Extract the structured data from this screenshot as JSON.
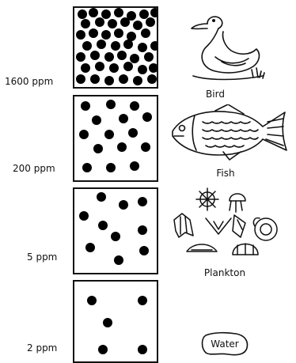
{
  "levels": [
    {
      "concentration": "1600 ppm",
      "organism": "Bird"
    },
    {
      "concentration": "200 ppm",
      "organism": "Fish"
    },
    {
      "concentration": "5 ppm",
      "organism": "Plankton"
    },
    {
      "concentration": "2 ppm",
      "organism": "Water"
    }
  ],
  "icons": [
    "duck-icon",
    "fish-icon",
    "plankton-icon",
    "water-droplet-icon"
  ]
}
